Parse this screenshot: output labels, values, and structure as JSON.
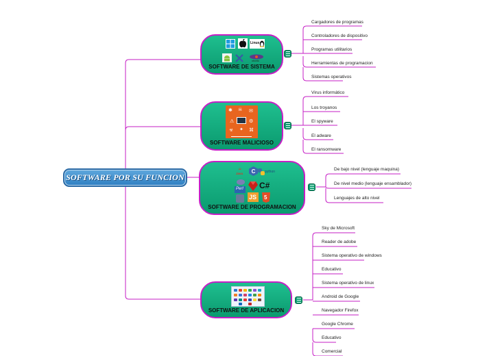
{
  "root": {
    "title": "SOFTWARE POR SU FUNCION"
  },
  "colors": {
    "node_fill": "#14ad80",
    "node_border": "#c61ec6",
    "leaf_line": "#c61ec6",
    "root_fill": "#3f8fd0"
  },
  "branches": [
    {
      "label": "SOFTWARE DE SISTEMA",
      "icons": [
        "windows-logo-icon",
        "apple-logo-icon",
        "linux-logo-icon",
        "android-logo-icon",
        "tools-icon",
        "ubuntu-logo-icon"
      ],
      "icon_text": [
        "Linux",
        "ubuntu"
      ],
      "items": [
        "Cargadores de programas",
        "Controladores de dispositivo",
        "Programas utilitarios",
        "Herramientas de programacion",
        "Sistemas operativos"
      ]
    },
    {
      "label": "SOFTWARE MALICIOSO",
      "icons": [
        "malware-collage-icon"
      ],
      "items": [
        "Virus informático",
        "Los troyanos",
        "El spyware",
        "El adware",
        "El ransomware"
      ]
    },
    {
      "label": "SOFTWARE DE PROGRAMACION",
      "icons": [
        "java-logo-icon",
        "c-logo-icon",
        "python-logo-icon",
        "perl-logo-icon",
        "ruby-logo-icon",
        "csharp-logo-icon",
        "php-logo-icon",
        "js-logo-icon",
        "html5-logo-icon"
      ],
      "icon_text": [
        "Java",
        "python",
        "Perl",
        "C#",
        "JS",
        "5"
      ],
      "items": [
        "De bajo nivel (lenguaje maquina)",
        "De nivel medio (lenguaje ensamblador)",
        "Lenguajes de alto nivel"
      ]
    },
    {
      "label": "SOFTWARE DE APLICACION",
      "icons": [
        "applications-collage-icon"
      ],
      "items": [
        "Sky de Microsoft",
        "Reader de adobe",
        "Sistema operativo de windows",
        "Educativo",
        "Sistema operativo de linux",
        "Android de Google",
        "Navegador Firefox",
        "Google Chrome",
        "Educativo",
        "Comercial"
      ]
    }
  ]
}
